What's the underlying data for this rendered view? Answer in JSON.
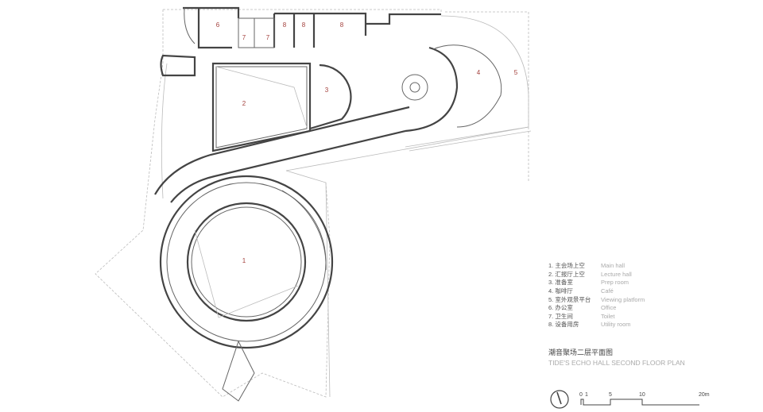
{
  "plan": {
    "rooms": {
      "r1": "1",
      "r2": "2",
      "r3": "3",
      "r4": "4",
      "r5": "5",
      "r6": "6",
      "r7a": "7",
      "r7b": "7",
      "r8a": "8",
      "r8b": "8",
      "r8c": "8"
    }
  },
  "legend": [
    {
      "zh": "1. 主会场上空",
      "en": "Main hall"
    },
    {
      "zh": "2. 汇报厅上空",
      "en": "Lecture hall"
    },
    {
      "zh": "3. 准备室",
      "en": "Prep room"
    },
    {
      "zh": "4. 咖啡厅",
      "en": "Café"
    },
    {
      "zh": "5. 室外观景平台",
      "en": "Viewing platform"
    },
    {
      "zh": "6. 办公室",
      "en": "Office"
    },
    {
      "zh": "7. 卫生间",
      "en": "Toilet"
    },
    {
      "zh": "8. 设备用房",
      "en": "Utility room"
    }
  ],
  "title": {
    "zh": "潮音聚场二层平面图",
    "en": "TIDE'S ECHO HALL SECOND FLOOR PLAN"
  },
  "scale": {
    "t0": "0",
    "t1": "1",
    "t5": "5",
    "t10": "10",
    "t20": "20m"
  },
  "colors": {
    "room_label": "#a3403c",
    "wall": "#444444"
  }
}
